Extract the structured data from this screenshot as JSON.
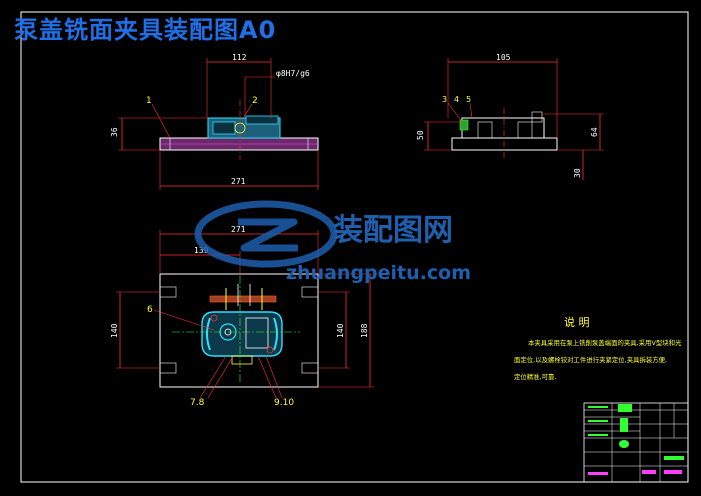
{
  "title": "泵盖铣面夹具装配图A0",
  "watermark": {
    "name": "装配图网",
    "url": "zhuangpeitu.com"
  },
  "colors": {
    "background": "#000000",
    "outline": "#ffffff",
    "dim": "#ff3030",
    "cyan": "#30e0ff",
    "green": "#30ff30",
    "yellow": "#ffff30",
    "magenta": "#c060c0",
    "brand": "#1f6fe6"
  },
  "dimensions": {
    "front_top_width": "112",
    "fit_tolerance": "φ8H7/g6",
    "front_height": "36",
    "front_overall_width": "271",
    "side_width": "105",
    "side_left_height": "50",
    "side_right_height": "64",
    "side_offset": "30",
    "top_overall_width": "271",
    "top_partial_width": "139",
    "top_left_height": "140",
    "top_right_height": "140",
    "top_overall_height": "188"
  },
  "part_labels": {
    "front": [
      "1",
      "2"
    ],
    "side": [
      "3",
      "4",
      "5"
    ],
    "top": [
      "6",
      "7.8",
      "9.10"
    ]
  },
  "notes": {
    "heading": "说    明",
    "line1": "本夹具采用在泵上铣削泵盖端面的夹具,采用V型块和光",
    "line2": "面定位,以及螺栓铰对工件进行夹紧定位,夹具拆装方便,",
    "line3": "定位精准,可靠."
  }
}
